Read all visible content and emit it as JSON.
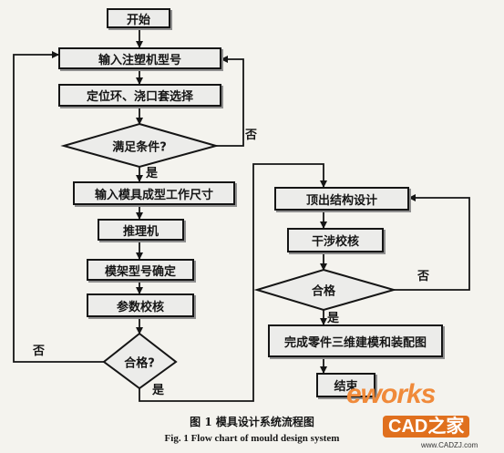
{
  "flowchart": {
    "start": "开始",
    "input_machine": "输入注塑机型号",
    "locate_ring": "定位环、浇口套选择",
    "condition": "满足条件?",
    "no_1": "否",
    "yes_1": "是",
    "input_mould": "输入模具成型工作尺寸",
    "inference": "推理机",
    "frame_select": "模架型号确定",
    "param_check": "参数校核",
    "qualified_1": "合格?",
    "no_2": "否",
    "yes_2": "是",
    "ejector": "顶出结构设计",
    "interference": "干涉校核",
    "qualified_2": "合格",
    "no_3": "否",
    "yes_3": "是",
    "model_3d": "完成零件三维建模和装配图",
    "end": "结束"
  },
  "caption": {
    "cn": "图 1   模具设计系统流程图",
    "en": "Fig. 1   Flow chart of mould design system"
  },
  "watermark": {
    "brand": "eworks",
    "brand2": "CAD之家",
    "url": "www.CADZJ.com"
  }
}
